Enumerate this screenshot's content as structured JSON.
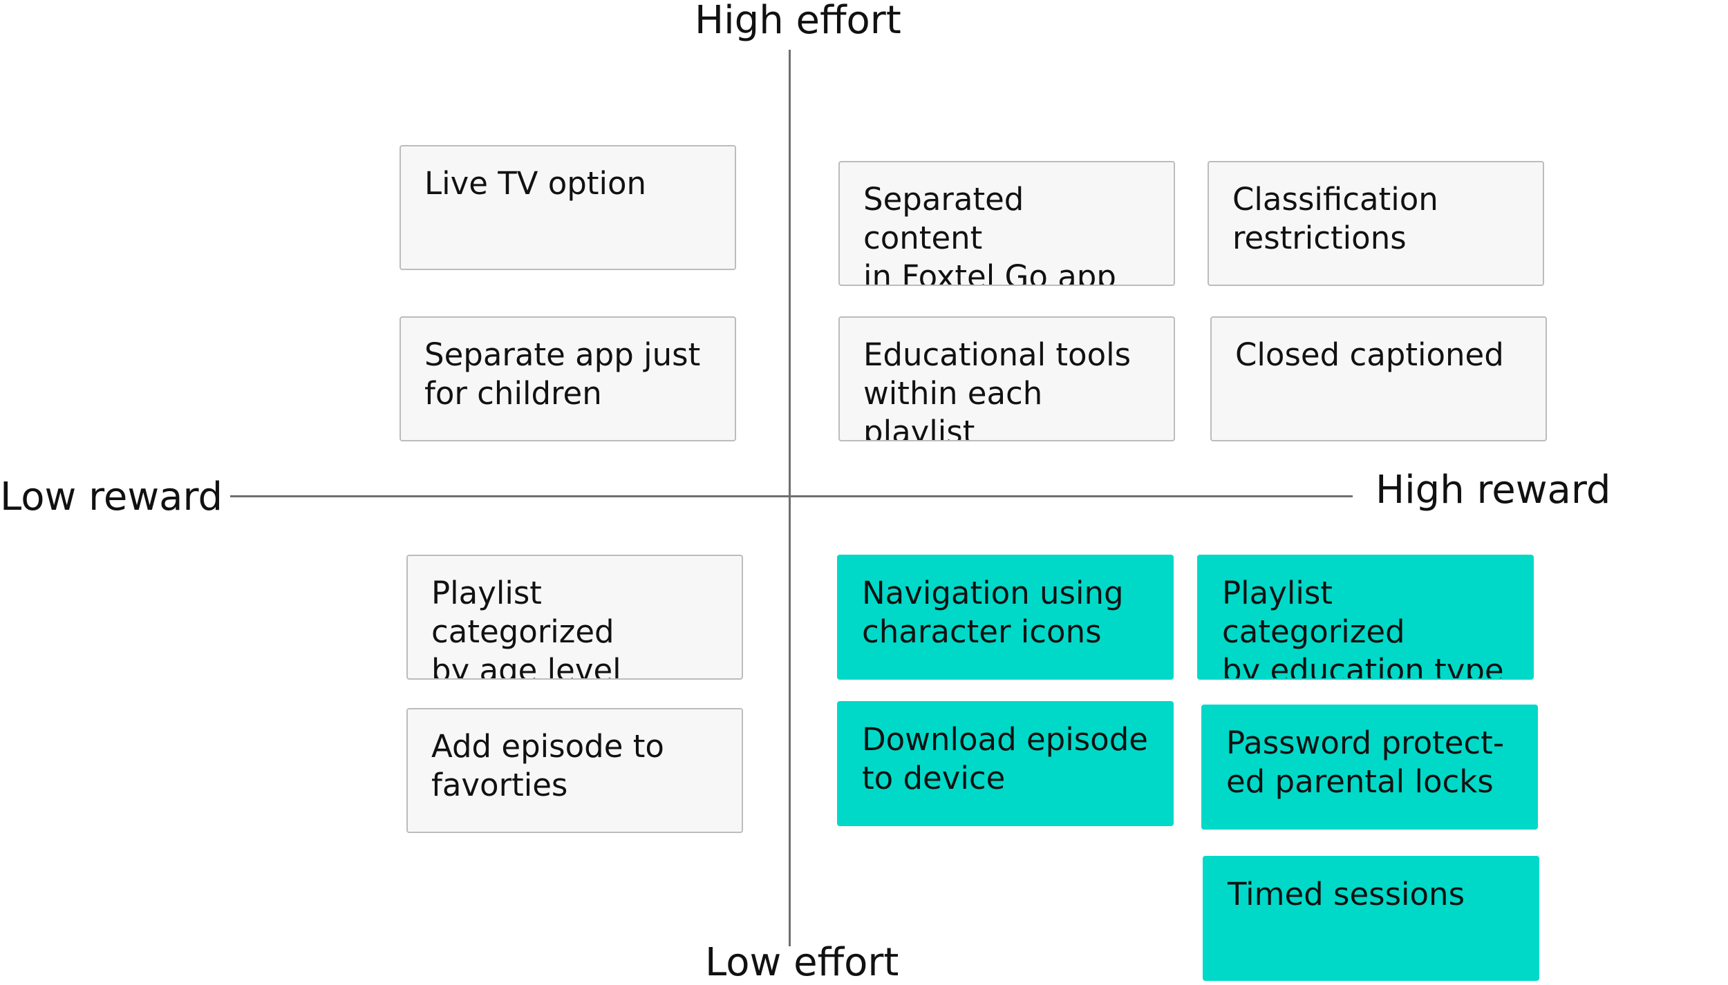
{
  "axes": {
    "top": "High effort",
    "bottom": "Low effort",
    "left": "Low reward",
    "right": "High reward"
  },
  "colors": {
    "highlight": "#00d9c8",
    "card": "#f7f7f7",
    "axis": "#6f6f6f"
  },
  "notes": [
    {
      "text": "Live TV option",
      "quadrant": "high-effort-low-reward",
      "highlighted": false
    },
    {
      "text": "Separated content\nin Foxtel Go app",
      "quadrant": "high-effort-high-reward",
      "highlighted": false
    },
    {
      "text": "Classification\nrestrictions",
      "quadrant": "high-effort-high-reward",
      "highlighted": false
    },
    {
      "text": "Separate app just\nfor children",
      "quadrant": "high-effort-low-reward",
      "highlighted": false
    },
    {
      "text": "Educational tools\nwithin each playlist",
      "quadrant": "high-effort-high-reward",
      "highlighted": false
    },
    {
      "text": "Closed captioned",
      "quadrant": "high-effort-high-reward",
      "highlighted": false
    },
    {
      "text": "Playlist categorized\nby age level",
      "quadrant": "low-effort-low-reward",
      "highlighted": false
    },
    {
      "text": "Navigation using\ncharacter icons",
      "quadrant": "low-effort-high-reward",
      "highlighted": true
    },
    {
      "text": "Playlist categorized\nby education type",
      "quadrant": "low-effort-high-reward",
      "highlighted": true
    },
    {
      "text": "Add episode to\nfavorties",
      "quadrant": "low-effort-low-reward",
      "highlighted": false
    },
    {
      "text": "Download episode\nto device",
      "quadrant": "low-effort-high-reward",
      "highlighted": true
    },
    {
      "text": "Password protect-\ned parental locks",
      "quadrant": "low-effort-high-reward",
      "highlighted": true
    },
    {
      "text": "Timed sessions",
      "quadrant": "low-effort-high-reward",
      "highlighted": true
    }
  ]
}
